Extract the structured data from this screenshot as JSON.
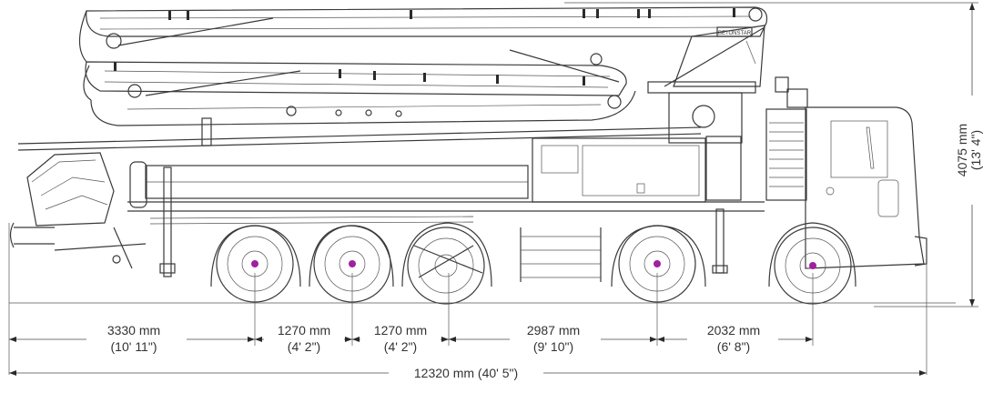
{
  "dimensions": {
    "horizontal": [
      {
        "metric": "3330 mm",
        "imperial": "(10' 11\")"
      },
      {
        "metric": "1270 mm",
        "imperial": "(4' 2\")"
      },
      {
        "metric": "1270 mm",
        "imperial": "(4' 2\")"
      },
      {
        "metric": "2987 mm",
        "imperial": "(9' 10\")"
      },
      {
        "metric": "2032 mm",
        "imperial": "(6' 8\")"
      }
    ],
    "overall_length": "12320 mm (40' 5\")",
    "height": {
      "metric": "4075 mm",
      "imperial": "(13' 4\")"
    }
  },
  "boom_label": "BETONSTAR",
  "colors": {
    "line": "#3a3a3a",
    "hub": "#a020a0",
    "background": "#ffffff"
  }
}
